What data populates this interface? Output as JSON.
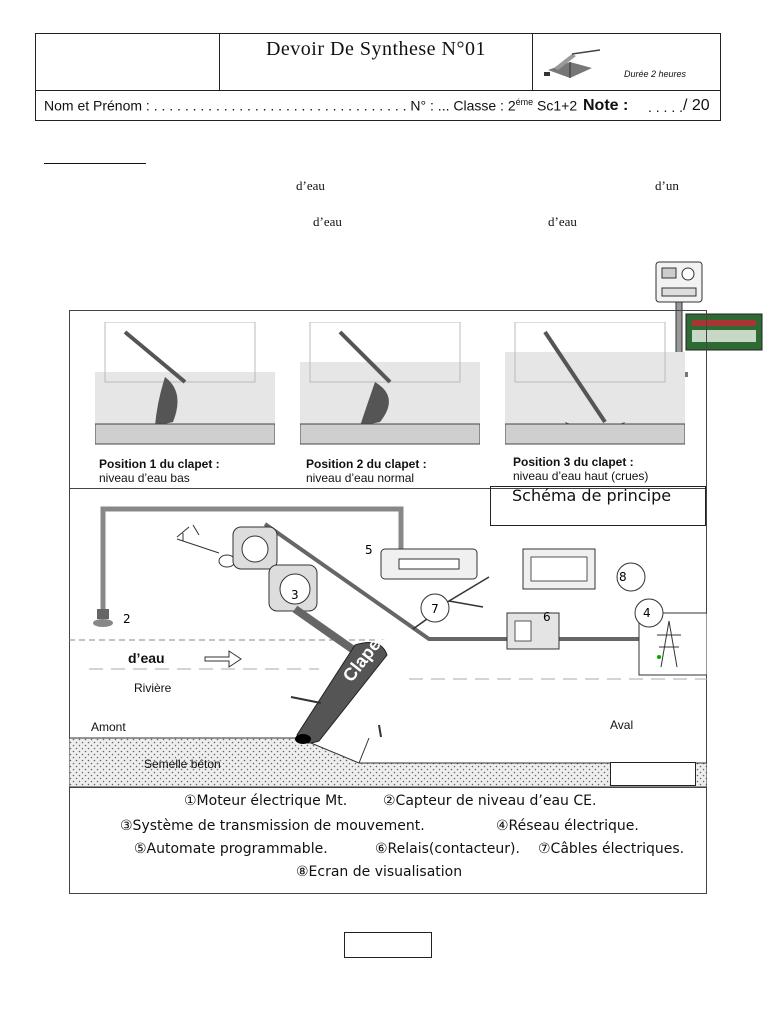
{
  "header": {
    "title": "Devoir De Synthese N°01",
    "duration": "Durée 2 heures",
    "name_label": "Nom et Prénom : . . . . . . . . . . . . . . . . . . . . . . . . . . . . . . . . . N° : ... Classe : 2",
    "class_sup": "éme",
    "class_suffix": " Sc1+2",
    "note_label": "Note :",
    "note_dots": ". . . . .",
    "note_max": "/ 20"
  },
  "intro_words": {
    "w1": "d’eau",
    "w2": "d’un",
    "w3": "d’eau",
    "w4": "d’eau"
  },
  "positions": [
    {
      "title": "Position 1 du clapet :",
      "desc": "niveau d’eau bas"
    },
    {
      "title": "Position 2 du clapet :",
      "desc": "niveau d’eau normal"
    },
    {
      "title": "Position 3 du clapet :",
      "desc": "niveau d’eau haut (crues)"
    }
  ],
  "schema": {
    "label": "Schéma de principe",
    "water_label": "d’eau",
    "river": "Rivière",
    "upstream": "Amont",
    "downstream": "Aval",
    "sole": "Semelle béton",
    "flap": "Clapet",
    "numbers": [
      "2",
      "3",
      "4",
      "5",
      "6",
      "7",
      "8"
    ]
  },
  "legend": {
    "l1a": "①Moteur électrique Mt.",
    "l1b": "②Capteur de niveau d’eau CE.",
    "l2a": "③Système de transmission de mouvement.",
    "l2b": "④Réseau électrique.",
    "l3a": "⑤Automate programmable.",
    "l3b": "⑥Relais(contacteur).",
    "l3c": "⑦Câbles électriques.",
    "l4": "⑧Ecran de visualisation"
  }
}
